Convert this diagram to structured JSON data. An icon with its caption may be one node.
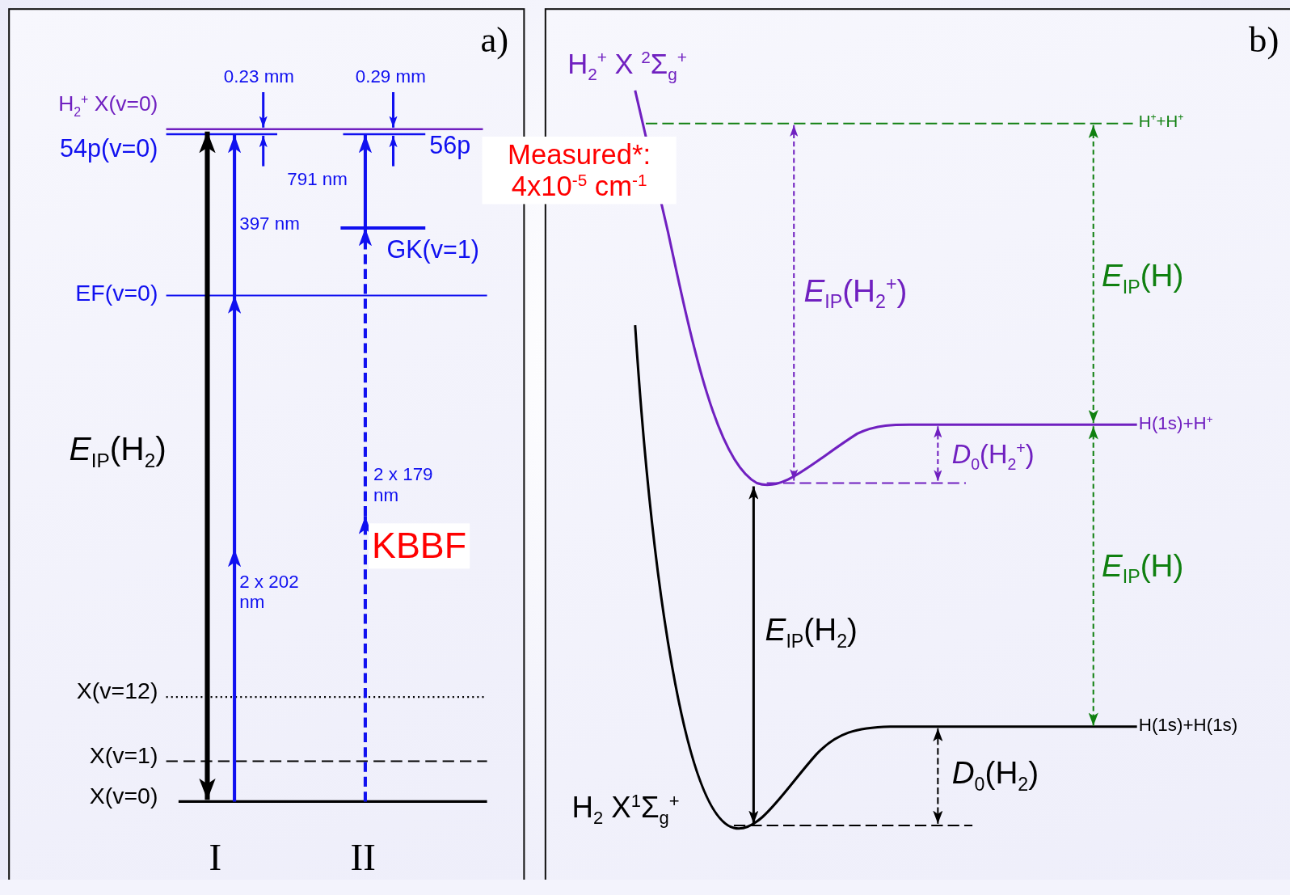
{
  "diagram": {
    "nodes": [
      {
        "text": [
          "a)"
        ]
      },
      {
        "text": [
          "b)"
        ]
      }
    ],
    "labels": [
      "0.23 mm",
      "0.29 mm",
      "H$_{2}$$^{+}$ X(v=0)",
      "54p(v=0)",
      "56p",
      "791 nm",
      "397 nm",
      "GK(v=1)",
      "EF(v=0)",
      "*E*$_{IP}$(H$_{2}$)",
      "2 x 179 nm",
      "KBBF",
      "2 x 202 nm",
      "X(v=12)",
      "X(v=1)",
      "X(v=0)",
      "I",
      "II",
      "Measured*: 4x10$^{-5}$ cm$^{-1}$",
      "H$_{2}$$^{+}$ X $^{2}$Σ$_{g}$$^{+}$",
      "H$^{+}$+H$^{+}$",
      "*E*$_{IP}$(H$_{2}$$^{+}$)",
      "*E*$_{IP}$(H)",
      "H(1s)+H$^{+}$",
      "*D*$_{0}$(H$_{2}$$^{+}$)",
      "*E*$_{IP}$(H)",
      "*E*$_{IP}$(H$_{2}$)",
      "H(1s)+H(1s)",
      "*D*$_{0}$(H$_{2}$)",
      "H$_{2}$ X$^{1}$Σ$_{g}$$^{+}$"
    ]
  }
}
